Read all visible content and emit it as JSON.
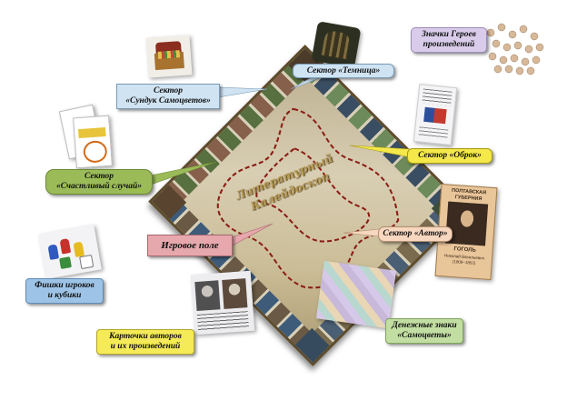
{
  "board": {
    "title_line1": "Литературный",
    "title_line2": "Калейдоскоп"
  },
  "labels": {
    "treasure_chest": [
      "Сектор",
      "«Сундук Самоцветов»"
    ],
    "dungeon": [
      "Сектор «Темница»"
    ],
    "heroes_badges": [
      "Значки Героев",
      "произведений"
    ],
    "obrok": [
      "Сектор «Оброк»"
    ],
    "lucky_chance": [
      "Сектор",
      "«Счастливый случай»"
    ],
    "game_field": [
      "Игровое поле"
    ],
    "author": [
      "Сектор «Автор»"
    ],
    "player_pieces": [
      "Фишки игроков",
      "и кубики"
    ],
    "author_cards": [
      "Карточки авторов",
      "и их произведений"
    ],
    "money": [
      "Денежные знаки",
      "«Самоцветы»"
    ]
  },
  "author_card": {
    "header": [
      "ПОЛТАВСКАЯ",
      "ГУБЕРНИЯ"
    ],
    "name": "ГОГОЛЬ",
    "full_name": [
      "Николай Васильевич",
      "(1809–1852)"
    ]
  },
  "colors": {
    "treasure_chest": "#cfe3f2",
    "dungeon": "#cfe3f2",
    "heroes_badges": "#d9ccea",
    "obrok": "#f4e84a",
    "lucky_chance": "#9bbb59",
    "game_field": "#e6a8ad",
    "author": "#f7d7bf",
    "player_pieces": "#9dc3e6",
    "author_cards": "#f5ea57",
    "money": "#c2dea2"
  }
}
